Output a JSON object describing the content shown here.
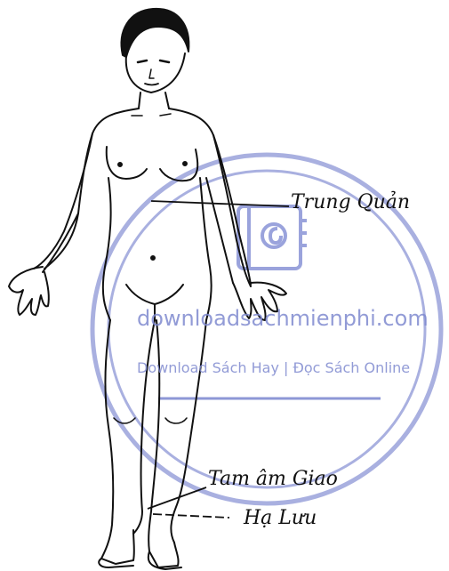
{
  "labels": {
    "trung_quan": "Trung Quản",
    "tam_am_giao": "Tam âm Giao",
    "ha_luu": "Hạ Lưu"
  },
  "watermark": {
    "site": "downloadsachmienphi.com",
    "tagline": "Download Sách Hay | Đọc Sách Online",
    "color": "#7f8ad0"
  },
  "colors": {
    "ink": "#111111",
    "watermark": "#8d97d6"
  }
}
